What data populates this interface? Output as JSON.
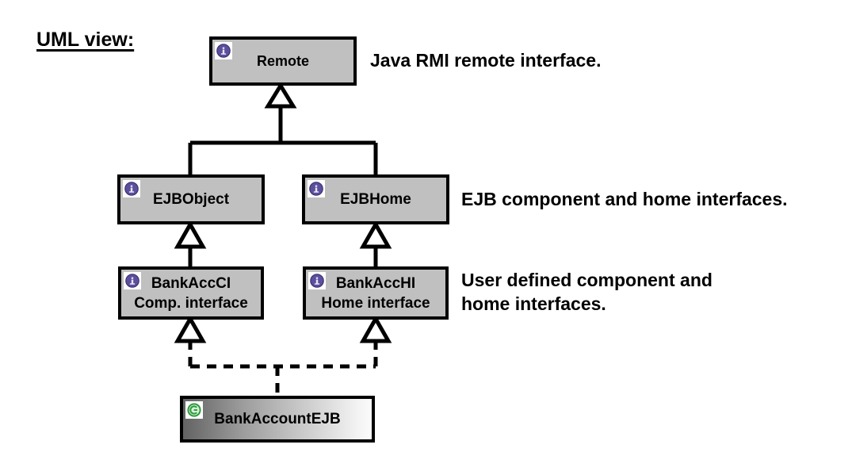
{
  "diagram": {
    "title": "UML view:",
    "type": "uml-class-diagram",
    "background_color": "#ffffff",
    "box_fill_color": "#c0c0c0",
    "border_color": "#000000",
    "interface_icon_color": "#5b4f9e",
    "class_icon_color": "#2e9b3c"
  },
  "nodes": {
    "remote": {
      "name": "Remote",
      "icon": "interface-icon",
      "stereotype": "interface"
    },
    "ejbobject": {
      "name": "EJBObject",
      "icon": "interface-icon",
      "stereotype": "interface"
    },
    "ejbhome": {
      "name": "EJBHome",
      "icon": "interface-icon",
      "stereotype": "interface"
    },
    "bankaccci": {
      "name": "BankAccCI",
      "subtitle": "Comp. interface",
      "icon": "interface-icon",
      "stereotype": "interface"
    },
    "bankacchi": {
      "name": "BankAccHI",
      "subtitle": "Home interface",
      "icon": "interface-icon",
      "stereotype": "interface"
    },
    "bankaccountejb": {
      "name": "BankAccountEJB",
      "icon": "class-icon",
      "stereotype": "class"
    }
  },
  "annotations": {
    "remote_note": "Java RMI remote interface.",
    "ejb_note": "EJB component and home interfaces.",
    "user_note": "User defined component and\nhome interfaces."
  }
}
